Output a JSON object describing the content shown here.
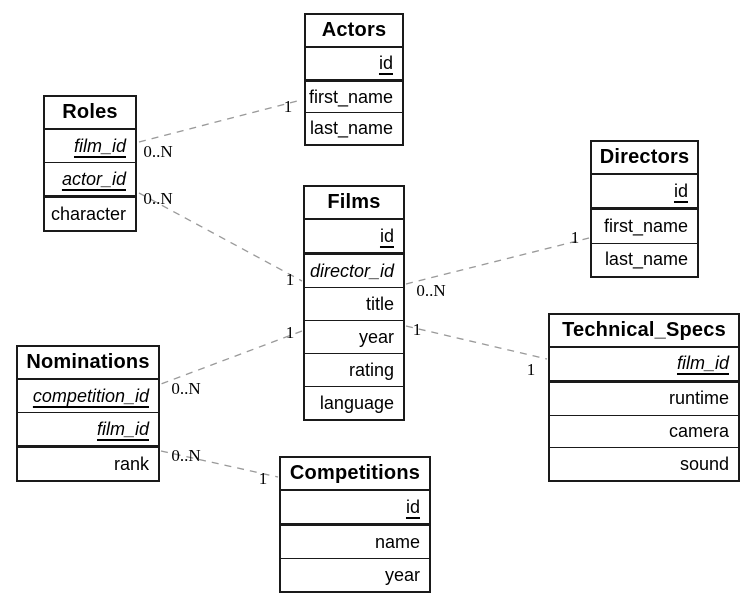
{
  "entities": {
    "roles": {
      "name": "Roles",
      "columns": [
        {
          "label": "film_id",
          "pk": true,
          "fk": true
        },
        {
          "label": "actor_id",
          "pk": true,
          "fk": true
        },
        {
          "label": "character",
          "pk": false,
          "fk": false
        }
      ]
    },
    "actors": {
      "name": "Actors",
      "columns": [
        {
          "label": "id",
          "pk": true,
          "fk": false
        },
        {
          "label": "first_name",
          "pk": false,
          "fk": false
        },
        {
          "label": "last_name",
          "pk": false,
          "fk": false
        }
      ]
    },
    "films": {
      "name": "Films",
      "columns": [
        {
          "label": "id",
          "pk": true,
          "fk": false
        },
        {
          "label": "director_id",
          "pk": false,
          "fk": true
        },
        {
          "label": "title",
          "pk": false,
          "fk": false
        },
        {
          "label": "year",
          "pk": false,
          "fk": false
        },
        {
          "label": "rating",
          "pk": false,
          "fk": false
        },
        {
          "label": "language",
          "pk": false,
          "fk": false
        }
      ]
    },
    "directors": {
      "name": "Directors",
      "columns": [
        {
          "label": "id",
          "pk": true,
          "fk": false
        },
        {
          "label": "first_name",
          "pk": false,
          "fk": false
        },
        {
          "label": "last_name",
          "pk": false,
          "fk": false
        }
      ]
    },
    "nominations": {
      "name": "Nominations",
      "columns": [
        {
          "label": "competition_id",
          "pk": true,
          "fk": true
        },
        {
          "label": "film_id",
          "pk": true,
          "fk": true
        },
        {
          "label": "rank",
          "pk": false,
          "fk": false
        }
      ]
    },
    "technical_specs": {
      "name": "Technical_Specs",
      "columns": [
        {
          "label": "film_id",
          "pk": true,
          "fk": true
        },
        {
          "label": "runtime",
          "pk": false,
          "fk": false
        },
        {
          "label": "camera",
          "pk": false,
          "fk": false
        },
        {
          "label": "sound",
          "pk": false,
          "fk": false
        }
      ]
    },
    "competitions": {
      "name": "Competitions",
      "columns": [
        {
          "label": "id",
          "pk": true,
          "fk": false
        },
        {
          "label": "name",
          "pk": false,
          "fk": false
        },
        {
          "label": "year",
          "pk": false,
          "fk": false
        }
      ]
    }
  },
  "relationships": [
    {
      "from": "Roles",
      "to": "Actors",
      "from_card": "0..N",
      "to_card": "1"
    },
    {
      "from": "Roles",
      "to": "Films",
      "from_card": "0..N",
      "to_card": "1"
    },
    {
      "from": "Films",
      "to": "Directors",
      "from_card": "0..N",
      "to_card": "1"
    },
    {
      "from": "Films",
      "to": "Technical_Specs",
      "from_card": "1",
      "to_card": "1"
    },
    {
      "from": "Films",
      "to": "Nominations",
      "from_card": "1",
      "to_card": "0..N"
    },
    {
      "from": "Nominations",
      "to": "Competitions",
      "from_card": "0..N",
      "to_card": "1"
    }
  ],
  "colors": {
    "relationship_line": "#999999",
    "entity_border": "#1a1a1a",
    "text": "#000000",
    "background": "#ffffff"
  }
}
